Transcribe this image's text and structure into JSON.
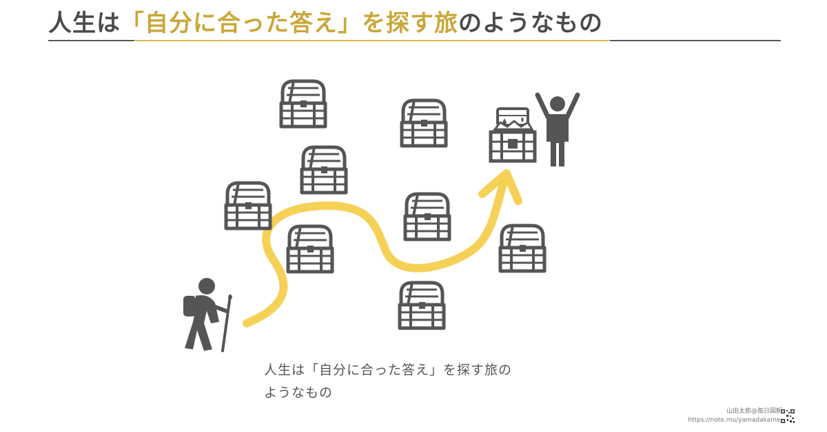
{
  "title": {
    "prefix": "人生は",
    "highlight": "「自分に合った答え」を探す旅",
    "suffix": "のようなもの"
  },
  "caption": {
    "line1": "人生は「自分に合った答え」を探す旅の",
    "line2": "ようなもの"
  },
  "credit": {
    "author": "山田太郎@毎日図解",
    "url": "https://note.mu/yamadakamei"
  },
  "colors": {
    "accent": "#d9b94d",
    "path": "#f3c93a",
    "icon": "#555555"
  }
}
